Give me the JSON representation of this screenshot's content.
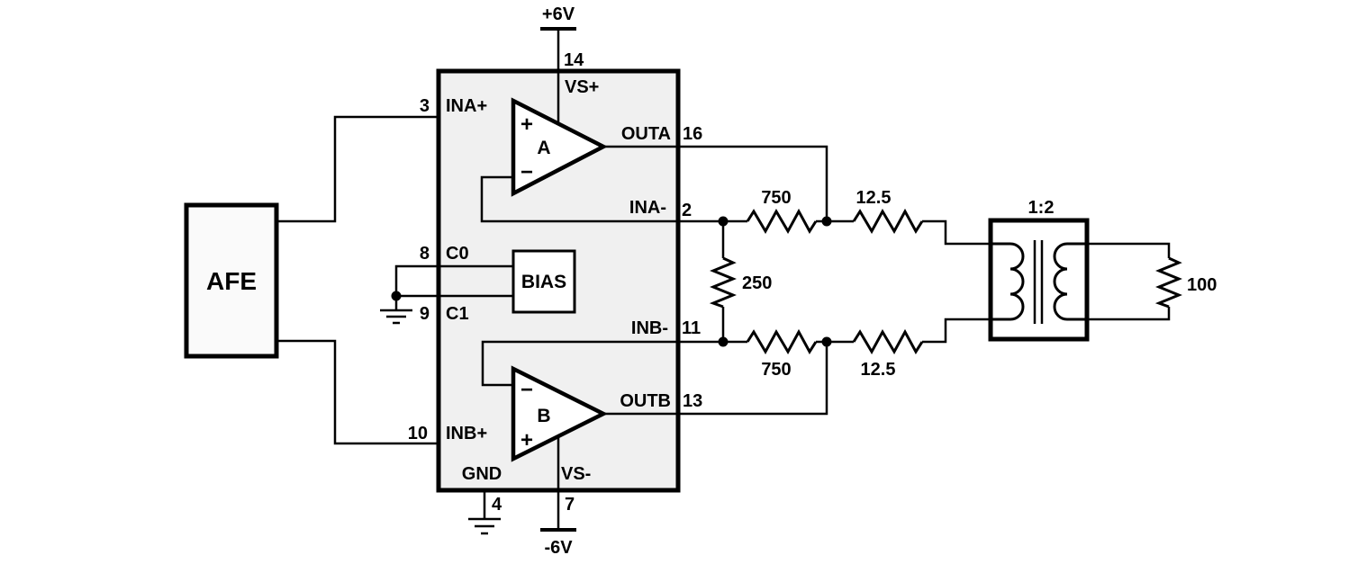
{
  "supply": {
    "positive_label": "+6V",
    "negative_label": "-6V"
  },
  "afe_block": {
    "label": "AFE"
  },
  "amplifier_ic": {
    "bias_block_label": "BIAS",
    "opamp_a": {
      "designator": "A",
      "noninverting_symbol": "+",
      "inverting_symbol": "−"
    },
    "opamp_b": {
      "designator": "B",
      "noninverting_symbol": "+",
      "inverting_symbol": "−"
    },
    "pins": {
      "ina_plus": {
        "number": "3",
        "label": "INA+"
      },
      "vs_plus": {
        "number": "14",
        "label": "VS+"
      },
      "outa": {
        "number": "16",
        "label": "OUTA"
      },
      "ina_minus": {
        "number": "2",
        "label": "INA-"
      },
      "c0": {
        "number": "8",
        "label": "C0"
      },
      "c1": {
        "number": "9",
        "label": "C1"
      },
      "inb_minus": {
        "number": "11",
        "label": "INB-"
      },
      "outb": {
        "number": "13",
        "label": "OUTB"
      },
      "inb_plus": {
        "number": "10",
        "label": "INB+"
      },
      "gnd": {
        "number": "4",
        "label": "GND"
      },
      "vs_minus": {
        "number": "7",
        "label": "VS-"
      }
    }
  },
  "resistors": {
    "feedback_a": {
      "value": "750"
    },
    "series_a": {
      "value": "12.5"
    },
    "gain_set": {
      "value": "250"
    },
    "feedback_b": {
      "value": "750"
    },
    "series_b": {
      "value": "12.5"
    },
    "load": {
      "value": "100"
    }
  },
  "transformer": {
    "turns_ratio": "1:2"
  },
  "colors": {
    "wire": "#000000",
    "ic_fill": "#f0f0f0",
    "afe_fill": "#fafafa",
    "background": "#ffffff"
  }
}
